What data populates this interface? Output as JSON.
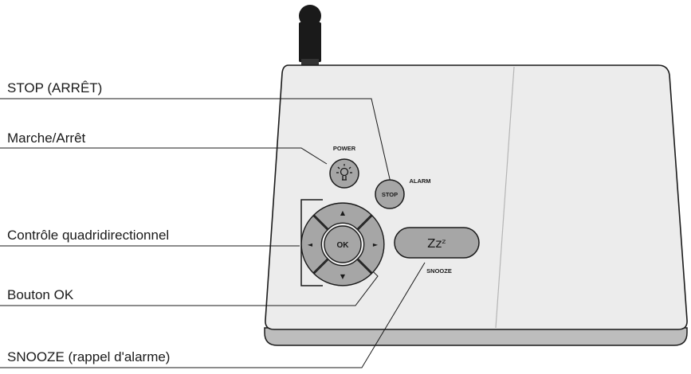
{
  "callouts": {
    "stop": "STOP (ARRÊT)",
    "power": "Marche/Arrêt",
    "dpad": "Contrôle quadridirectionnel",
    "ok": "Bouton OK",
    "snooze": "SNOOZE (rappel d'alarme)"
  },
  "device_labels": {
    "power": "POWER",
    "alarm": "ALARM",
    "stop": "STOP",
    "ok": "OK",
    "snooze_button": "Zzᶻ",
    "snooze": "SNOOZE"
  },
  "arrows": {
    "up": "▲",
    "down": "▼",
    "left": "◄",
    "right": "►"
  },
  "icons": {
    "power": "lightbulb-icon",
    "antenna": "antenna-icon"
  },
  "colors": {
    "panel": "#ececec",
    "panel_edge": "#1a1a1a",
    "base": "#bdbdbd",
    "button": "#a6a6a6",
    "button_dark": "#8f8f8f",
    "ring": "#f2f2f2",
    "antenna": "#1a1a1a"
  }
}
